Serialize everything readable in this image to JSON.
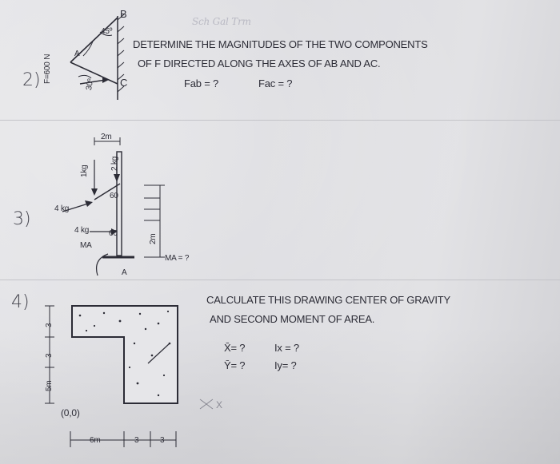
{
  "watermark": "Sch Gal Trm",
  "problem2": {
    "number": "2)",
    "line1": "DETERMINE THE MAGNITUDES OF THE TWO COMPONENTS",
    "line2": "OF F DIRECTED ALONG THE AXES OF AB AND AC.",
    "fab": "Fab = ?",
    "fac": "Fac = ?",
    "force_label": "F=600 N",
    "angle_top": "45º",
    "angle_bottom": "30º",
    "point_b": "B",
    "point_c": "C",
    "point_a": "A"
  },
  "problem3": {
    "number": "3)",
    "dim_top": "2m",
    "dim_side": "2m",
    "load_1": "1kg",
    "load_2": "2 kg",
    "load_3": "4 kg",
    "load_4": "4 kg",
    "angle_1": "60",
    "angle_2": "60",
    "ma_label": "MA",
    "ma_query": "MA = ?",
    "support": "A"
  },
  "problem4": {
    "number": "4)",
    "line1": "CALCULATE THIS DRAWING CENTER OF GRAVITY",
    "line2": "AND SECOND MOMENT OF AREA.",
    "xbar": "X̄= ?",
    "ybar": "Ȳ= ?",
    "ix": "Ix = ?",
    "iy": "Iy= ?",
    "origin": "(0,0)",
    "dim_bottom": [
      "6m",
      "3",
      "3"
    ],
    "dim_side": [
      "3",
      "3",
      "5m"
    ],
    "axis_x": "X"
  }
}
